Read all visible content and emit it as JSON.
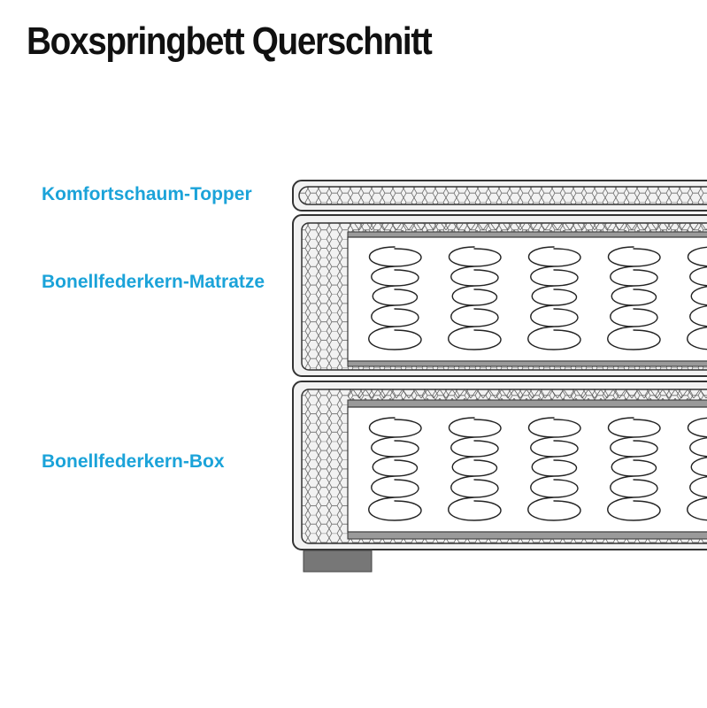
{
  "title": "Boxspringbett Querschnitt",
  "labels": {
    "topper": "Komfortschaum-Topper",
    "matratze": "Bonellfederkern-Matratze",
    "box": "Bonellfederkern-Box"
  },
  "colors": {
    "label": "#1ba3d9",
    "outline": "#333333",
    "frame_fill": "#f2f2f2",
    "band": "#9a9a9a",
    "foot": "#777777"
  }
}
